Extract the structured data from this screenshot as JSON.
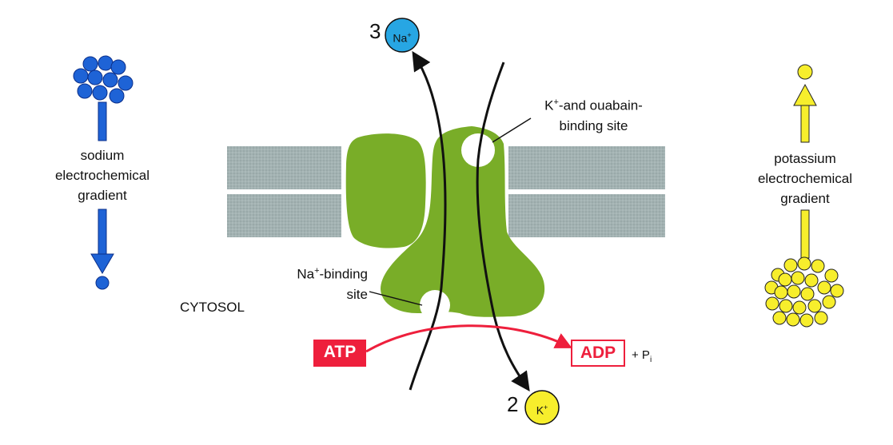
{
  "labels": {
    "sodium_gradient": [
      "sodium",
      "electrochemical",
      "gradient"
    ],
    "potassium_gradient": [
      "potassium",
      "electrochemical",
      "gradient"
    ],
    "cytosol": "CYTOSOL",
    "k_binding": [
      "K",
      "+",
      "-and ouabain-",
      "binding site"
    ],
    "na_binding": [
      "Na",
      "+",
      "-binding",
      "site"
    ],
    "plus_pi": [
      "+ P",
      "i"
    ]
  },
  "ions": {
    "na_count": "3",
    "na_label": [
      "Na",
      "+"
    ],
    "k_count": "2",
    "k_label": [
      "K",
      "+"
    ]
  },
  "energy": {
    "atp": "ATP",
    "adp": "ADP"
  },
  "colors": {
    "sodium_blue": "#1e63d6",
    "sodium_ion": "#27a6e3",
    "potassium_yellow": "#f7ee2c",
    "protein_green": "#79ad28",
    "membrane_gray": "#9fb0b0",
    "reaction_red": "#ee1f3c"
  }
}
